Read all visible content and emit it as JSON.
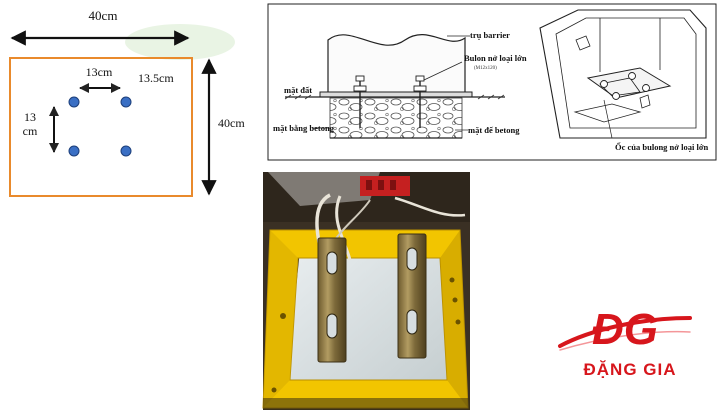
{
  "layout_diagram": {
    "width_label": "40cm",
    "height_label": "40cm",
    "bolt_h_label": "13cm",
    "bolt_v_label_line1": "13",
    "bolt_v_label_line2": "cm",
    "offset_label": "13.5cm",
    "colors": {
      "frame": "#e98a2c",
      "bolt": "#3a6fc4",
      "arrow": "#111111"
    }
  },
  "installation_drawing": {
    "barrier_label": "trụ barrier",
    "bolt_label": "Bulon nở loại lớn",
    "bolt_sublabel": "(M12x120)",
    "ground_label": "mặt đất",
    "concrete_face_label": "mặt bằng betong",
    "concrete_base_label": "mặt đế betong",
    "nut_label": "Ốc của bulong nở loại lớn"
  },
  "photo": {
    "colors": {
      "frame": "#f2c500",
      "plate": "#8a7440",
      "wire": "#e9e4d8",
      "floor": "#d7dee0"
    }
  },
  "logo": {
    "monogram": "ĐG",
    "brand": "ĐẶNG GIA",
    "colors": {
      "primary": "#d7161c"
    }
  }
}
